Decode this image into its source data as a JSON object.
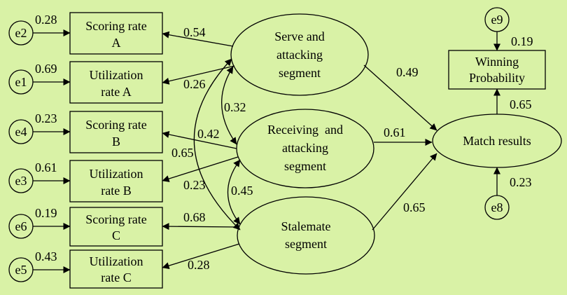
{
  "errors": {
    "e1": "e1",
    "e2": "e2",
    "e3": "e3",
    "e4": "e4",
    "e5": "e5",
    "e6": "e6",
    "e8": "e8",
    "e9": "e9"
  },
  "indicators": {
    "scoring_a": [
      "Scoring rate",
      "A"
    ],
    "utilization_a": [
      "Utilization",
      "rate A"
    ],
    "scoring_b": [
      "Scoring rate",
      "B"
    ],
    "utilization_b": [
      "Utilization",
      "rate B"
    ],
    "scoring_c": [
      "Scoring rate",
      "C"
    ],
    "utilization_c": [
      "Utilization",
      "rate C"
    ]
  },
  "segments": {
    "serve": [
      "Serve and",
      "attacking",
      "segment"
    ],
    "receiving": [
      "Receiving  and",
      "attacking",
      "segment"
    ],
    "stalemate": [
      "Stalemate",
      "segment"
    ]
  },
  "outcomes": {
    "match_results": "Match results",
    "winning_probability": [
      "Winning",
      "Probability"
    ]
  },
  "coefficients": {
    "e2_scoring_a": "0.28",
    "e1_utilization_a": "0.69",
    "e4_scoring_b": "0.23",
    "e3_utilization_b": "0.61",
    "e6_scoring_c": "0.19",
    "e5_utilization_c": "0.43",
    "serve_scoring_a": "0.54",
    "serve_utilization_a": "0.26",
    "serve_receiving_corr": "0.32",
    "receiving_scoring_b": "0.42",
    "receiving_utilization_b": "0.65",
    "serve_stalemate_corr": "0.23",
    "receiving_stalemate_corr": "0.45",
    "stalemate_scoring_c": "0.68",
    "stalemate_utilization_c": "0.28",
    "serve_match": "0.49",
    "receiving_match": "0.61",
    "stalemate_match": "0.65",
    "match_winning": "0.65",
    "e9_winning": "0.19",
    "e8_match": "0.23"
  }
}
